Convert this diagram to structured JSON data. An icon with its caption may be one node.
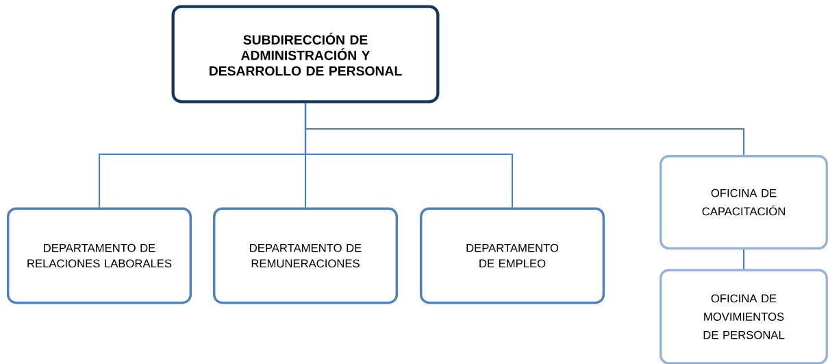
{
  "diagram": {
    "nodes": [
      {
        "text": [
          "SUBDIRECCIÓN DE ADMINISTRACIÓN Y DESARROLLO DE PERSONAL"
        ]
      },
      {
        "text": [
          "DEPARTAMENTO DE RELACIONES LABORALES"
        ]
      },
      {
        "text": [
          "DEPARTAMENTO DE REMUNERACIONES"
        ]
      },
      {
        "text": [
          "DEPARTAMENTO DE EMPLEO"
        ]
      },
      {
        "text": [
          "OFICINA DE CAPACITACIÓN"
        ]
      },
      {
        "text": [
          "OFICINA DE MOVIMIENTOS DE PERSONAL"
        ]
      }
    ],
    "edges": [
      {
        "from": 0,
        "to": 1,
        "arrow": "none"
      },
      {
        "from": 0,
        "to": 2,
        "arrow": "none"
      },
      {
        "from": 0,
        "to": 3,
        "arrow": "none"
      },
      {
        "from": 0,
        "to": 4,
        "arrow": "none"
      },
      {
        "from": 4,
        "to": 5,
        "arrow": "none"
      }
    ]
  }
}
